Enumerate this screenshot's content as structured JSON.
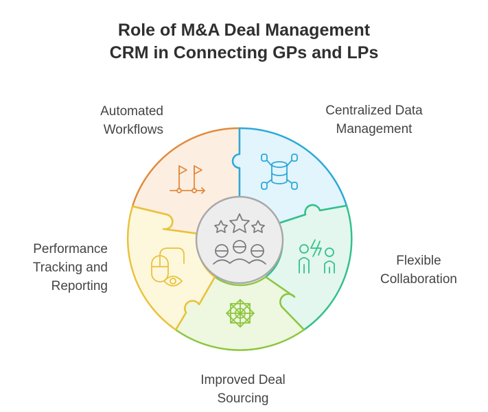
{
  "title": {
    "line1": "Role of M&A Deal Management",
    "line2": "CRM in Connecting GPs and LPs"
  },
  "center": {
    "icon": "stars-and-people-icon"
  },
  "segments": [
    {
      "id": "automated-workflows",
      "label_lines": [
        "Automated",
        "Workflows"
      ],
      "icon": "flags-path-icon",
      "color": "#E08A3C",
      "fill": "#FDEEE2"
    },
    {
      "id": "centralized-data",
      "label_lines": [
        "Centralized Data",
        "Management"
      ],
      "icon": "database-network-icon",
      "color": "#2BA8D8",
      "fill": "#E2F4FC"
    },
    {
      "id": "flexible-collaboration",
      "label_lines": [
        "Flexible",
        "Collaboration"
      ],
      "icon": "collaborating-people-icon",
      "color": "#33C08A",
      "fill": "#E3F7EE"
    },
    {
      "id": "improved-deal-sourcing",
      "label_lines": [
        "Improved Deal",
        "Sourcing"
      ],
      "icon": "mandala-icon",
      "color": "#8DC63F",
      "fill": "#EEF7DF"
    },
    {
      "id": "performance-tracking",
      "label_lines": [
        "Performance",
        "Tracking and",
        "Reporting"
      ],
      "icon": "mouse-eye-icon",
      "color": "#E9C23A",
      "fill": "#FDF7DC"
    }
  ]
}
